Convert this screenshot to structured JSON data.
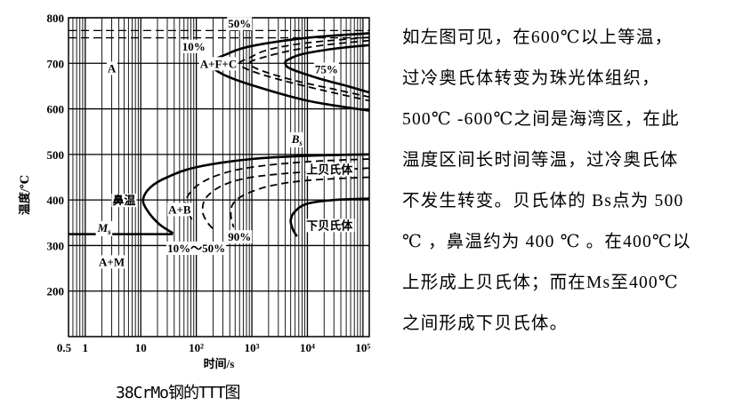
{
  "chart_data": {
    "type": "line",
    "title": "38CrMo钢的TTT图",
    "xlabel": "时间/s",
    "ylabel": "温度/℃",
    "xscale": "log",
    "xlim": [
      0.5,
      130000
    ],
    "ylim": [
      100,
      800
    ],
    "x_ticks": [
      {
        "v": 0.5,
        "label": "0.5"
      },
      {
        "v": 1,
        "label": "1"
      },
      {
        "v": 10,
        "label": "10"
      },
      {
        "v": 100,
        "label": "10²"
      },
      {
        "v": 1000,
        "label": "10³"
      },
      {
        "v": 10000,
        "label": "10⁴"
      },
      {
        "v": 100000,
        "label": "10⁵"
      }
    ],
    "y_ticks": [
      {
        "v": 200,
        "label": "200"
      },
      {
        "v": 300,
        "label": "300"
      },
      {
        "v": 400,
        "label": "400"
      },
      {
        "v": 500,
        "label": "500"
      },
      {
        "v": 600,
        "label": "600"
      },
      {
        "v": 700,
        "label": "700"
      },
      {
        "v": 800,
        "label": "800"
      }
    ],
    "grid": true,
    "ref_lines": [
      {
        "temp": 772,
        "style": "dashed"
      },
      {
        "temp": 756,
        "style": "dashed"
      },
      {
        "temp": 325,
        "style": "solid",
        "x_end": 38,
        "name": "Ms"
      }
    ],
    "series": [
      {
        "name": "pearlite-start",
        "style": "solid",
        "points": [
          [
            130000,
            766
          ],
          [
            10000,
            756
          ],
          [
            1000,
            738
          ],
          [
            350,
            720
          ],
          [
            180,
            700
          ],
          [
            300,
            676
          ],
          [
            1000,
            652
          ],
          [
            10000,
            618
          ],
          [
            130000,
            596
          ]
        ]
      },
      {
        "name": "pearlite-10",
        "style": "dashed",
        "points": [
          [
            130000,
            757
          ],
          [
            10000,
            745
          ],
          [
            2000,
            730
          ],
          [
            900,
            712
          ],
          [
            600,
            700
          ],
          [
            900,
            685
          ],
          [
            3000,
            665
          ],
          [
            20000,
            640
          ],
          [
            130000,
            618
          ]
        ]
      },
      {
        "name": "pearlite-50",
        "style": "dashed",
        "points": [
          [
            130000,
            750
          ],
          [
            20000,
            740
          ],
          [
            5000,
            728
          ],
          [
            1500,
            712
          ],
          [
            900,
            700
          ],
          [
            1500,
            684
          ],
          [
            6000,
            662
          ],
          [
            40000,
            640
          ],
          [
            130000,
            626
          ]
        ]
      },
      {
        "name": "pearlite-75",
        "style": "solid",
        "points": [
          [
            130000,
            740
          ],
          [
            30000,
            732
          ],
          [
            8000,
            720
          ],
          [
            4500,
            708
          ],
          [
            4000,
            700
          ],
          [
            5000,
            688
          ],
          [
            15000,
            668
          ],
          [
            60000,
            648
          ],
          [
            130000,
            636
          ]
        ]
      },
      {
        "name": "bainite-start",
        "style": "solid",
        "points": [
          [
            130000,
            500
          ],
          [
            10000,
            497
          ],
          [
            1000,
            490
          ],
          [
            100,
            472
          ],
          [
            30,
            450
          ],
          [
            15,
            428
          ],
          [
            11,
            400
          ],
          [
            14,
            372
          ],
          [
            22,
            346
          ],
          [
            38,
            327
          ]
        ]
      },
      {
        "name": "bainite-10",
        "style": "dashed",
        "points": [
          [
            130000,
            490
          ],
          [
            10000,
            484
          ],
          [
            1000,
            472
          ],
          [
            250,
            455
          ],
          [
            100,
            430
          ],
          [
            65,
            400
          ],
          [
            70,
            375
          ],
          [
            85,
            355
          ]
        ]
      },
      {
        "name": "bainite-50",
        "style": "dashed",
        "points": [
          [
            130000,
            470
          ],
          [
            10000,
            462
          ],
          [
            1000,
            450
          ],
          [
            300,
            432
          ],
          [
            150,
            405
          ],
          [
            130,
            375
          ],
          [
            160,
            350
          ],
          [
            220,
            332
          ]
        ]
      },
      {
        "name": "bainite-90",
        "style": "dashed",
        "points": [
          [
            130000,
            450
          ],
          [
            10000,
            443
          ],
          [
            2000,
            430
          ],
          [
            700,
            410
          ],
          [
            450,
            390
          ],
          [
            420,
            365
          ],
          [
            470,
            340
          ]
        ]
      },
      {
        "name": "lower-bainite",
        "style": "solid",
        "points": [
          [
            130000,
            403
          ],
          [
            30000,
            400
          ],
          [
            10000,
            392
          ],
          [
            6000,
            375
          ],
          [
            5000,
            355
          ],
          [
            5500,
            335
          ],
          [
            6500,
            320
          ]
        ]
      }
    ],
    "annotations": [
      {
        "text": "A",
        "t": 3,
        "temp": 690
      },
      {
        "text": "A+F+C",
        "t": 250,
        "temp": 700
      },
      {
        "text": "10%",
        "t": 90,
        "temp": 738
      },
      {
        "text": "50%",
        "t": 600,
        "temp": 788
      },
      {
        "text": "75%",
        "t": 22000,
        "temp": 688
      },
      {
        "text": "Bs",
        "t": 6500,
        "temp": 535
      },
      {
        "text": "上贝氏体",
        "t": 25000,
        "temp": 468
      },
      {
        "text": "鼻温",
        "t": 5,
        "temp": 400
      },
      {
        "text": "Ms",
        "t": 2.2,
        "temp": 340
      },
      {
        "text": "A+B",
        "t": 50,
        "temp": 380
      },
      {
        "text": "10%～50%",
        "t": 100,
        "temp": 295
      },
      {
        "text": "90%",
        "t": 600,
        "temp": 320
      },
      {
        "text": "下贝氏体",
        "t": 25000,
        "temp": 345
      },
      {
        "text": "A+M",
        "t": 3,
        "temp": 265
      }
    ]
  },
  "caption": "38CrMo钢的TTT图",
  "paragraph": [
    "如左图可见，在600℃以上等温，",
    "过冷奥氏体转变为珠光体组织，",
    "500℃ -600℃之间是海湾区，在此",
    "温度区间长时间等温，过冷奥氏体",
    "不发生转变。贝氏体的 Bs点为 500",
    "℃ ，鼻温约为 400 ℃ 。在400℃以",
    "上形成上贝氏体；而在Ms至400℃",
    "之间形成下贝氏体。"
  ]
}
